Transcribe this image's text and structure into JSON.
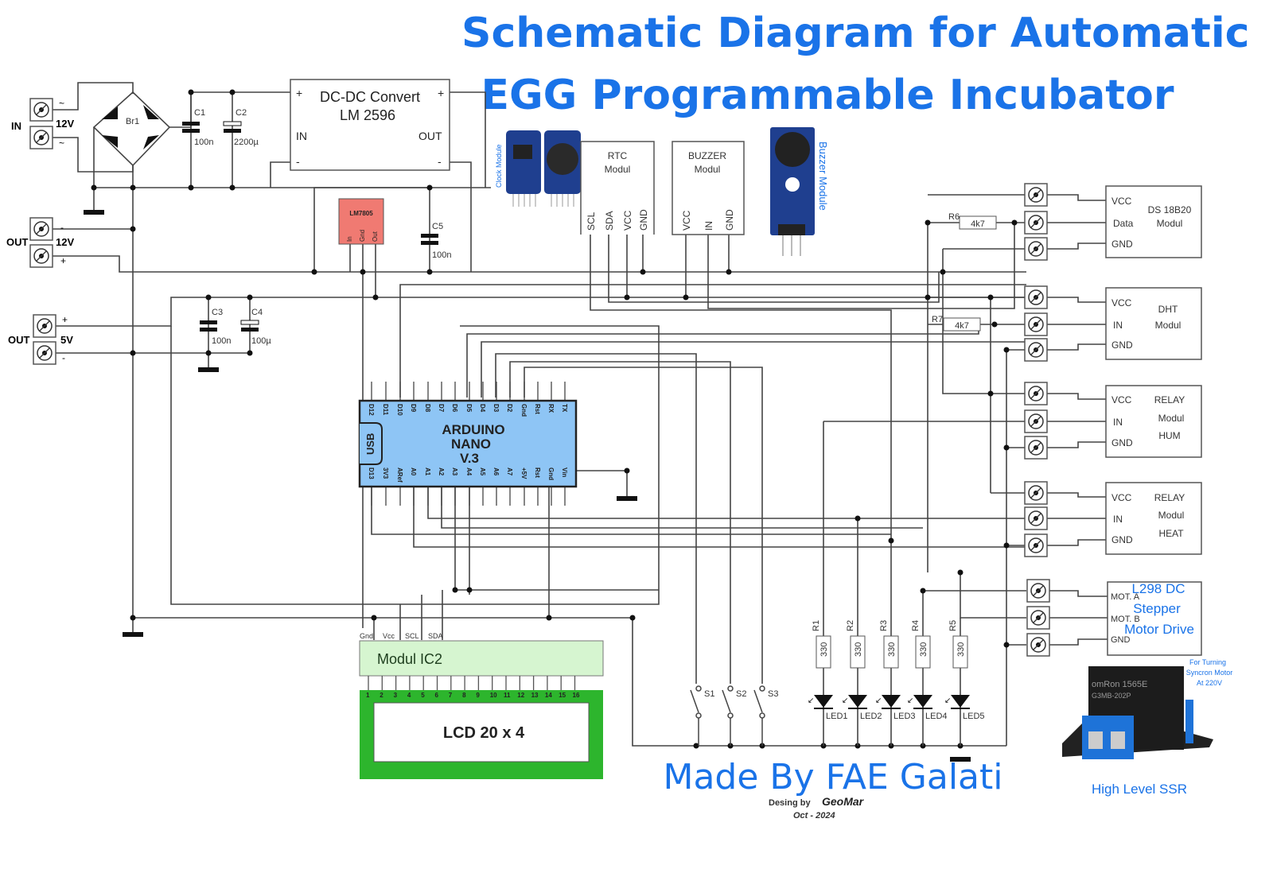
{
  "title": {
    "line1": "Schematic Diagram for Automatic",
    "line2": "EGG Programmable Incubator"
  },
  "colors": {
    "title_blue": "#1a73e8",
    "wire": "#444444",
    "lm7805_fill": "#f07a72",
    "arduino_fill": "#8ec5f5",
    "i2c_fill": "#d6f5d0",
    "lcd_green": "#2db52d",
    "module_board": "#1f3f8f"
  },
  "power": {
    "in_label": "IN",
    "in_voltage": "12V",
    "in_pin1": "~",
    "in_pin2": "~",
    "bridge": "Br1",
    "c1": {
      "name": "C1",
      "value": "100n"
    },
    "c2": {
      "name": "C2",
      "value": "2200µ"
    },
    "converter": {
      "line1": "DC-DC Convert",
      "line2": "LM 2596",
      "in": "IN",
      "out": "OUT",
      "plus": "+",
      "minus": "-"
    },
    "regulator": {
      "name": "LM7805",
      "pins": [
        "In",
        "Gnd",
        "Out"
      ]
    },
    "c5": {
      "name": "C5",
      "value": "100n"
    },
    "out12": {
      "label": "OUT",
      "voltage": "12V",
      "pin1": "-",
      "pin2": "+"
    },
    "c3": {
      "name": "C3",
      "value": "100n"
    },
    "c4": {
      "name": "C4",
      "value": "100µ"
    },
    "out5": {
      "label": "OUT",
      "voltage": "5V",
      "pin1": "+",
      "pin2": "-"
    }
  },
  "modules": {
    "clock_module_label": "Clock Module",
    "rtc": {
      "line1": "RTC",
      "line2": "Modul",
      "pins": [
        "SCL",
        "SDA",
        "VCC",
        "GND"
      ]
    },
    "buzzer": {
      "line1": "BUZZER",
      "line2": "Modul",
      "pins": [
        "VCC",
        "IN",
        "GND"
      ]
    },
    "buzzer_module_label": "Buzzer Module",
    "ds18b20": {
      "line1": "DS 18B20",
      "line2": "Modul",
      "pins": [
        "VCC",
        "Data",
        "GND"
      ]
    },
    "dht": {
      "line1": "DHT",
      "line2": "Modul",
      "pins": [
        "VCC",
        "IN",
        "GND"
      ]
    },
    "relay_hum": {
      "line1": "RELAY",
      "line2": "Modul",
      "line3": "HUM",
      "pins": [
        "VCC",
        "IN",
        "GND"
      ]
    },
    "relay_heat": {
      "line1": "RELAY",
      "line2": "Modul",
      "line3": "HEAT",
      "pins": [
        "VCC",
        "IN",
        "GND"
      ]
    },
    "motor": {
      "line1": "L298 DC",
      "line2": "Stepper",
      "line3": "Motor Drive",
      "pins": [
        "MOT. A",
        "MOT. B",
        "GND"
      ]
    },
    "r6": {
      "name": "R6",
      "value": "4k7"
    },
    "r7": {
      "name": "R7",
      "value": "4k7"
    }
  },
  "arduino": {
    "line1": "ARDUINO",
    "line2": "NANO",
    "line3": "V.3",
    "usb": "USB",
    "top_pins": [
      "D12",
      "D11",
      "D10",
      "D9",
      "D8",
      "D7",
      "D6",
      "D5",
      "D4",
      "D3",
      "D2",
      "Gnd",
      "Rst",
      "RX",
      "TX"
    ],
    "bottom_pins": [
      "D13",
      "3V3",
      "ARef",
      "A0",
      "A1",
      "A2",
      "A3",
      "A4",
      "A5",
      "A6",
      "A7",
      "+5V",
      "Rst",
      "Gnd",
      "Vin"
    ]
  },
  "display": {
    "i2c_pins": [
      "Gnd",
      "Vcc",
      "SCL",
      "SDA"
    ],
    "i2c_label": "Modul IC2",
    "lcd_pins": [
      "1",
      "2",
      "3",
      "4",
      "5",
      "6",
      "7",
      "8",
      "9",
      "10",
      "11",
      "12",
      "13",
      "14",
      "15",
      "16"
    ],
    "lcd_label": "LCD  20 x 4"
  },
  "switches": [
    "S1",
    "S2",
    "S3"
  ],
  "leds": [
    {
      "resistor": "R1",
      "value": "330",
      "led": "LED1"
    },
    {
      "resistor": "R2",
      "value": "330",
      "led": "LED2"
    },
    {
      "resistor": "R3",
      "value": "330",
      "led": "LED3"
    },
    {
      "resistor": "R4",
      "value": "330",
      "led": "LED4"
    },
    {
      "resistor": "R5",
      "value": "330",
      "led": "LED5"
    }
  ],
  "ssr": {
    "note_line1": "For Turning",
    "note_line2": "Syncron Motor",
    "note_line3": "At 220V",
    "brand": "omRon 1565E",
    "model": "G3MB-202P",
    "label": "High Level SSR"
  },
  "credits": {
    "made_by": "Made By FAE Galati",
    "design_by": "Desing by",
    "designer": "GeoMar",
    "date": "Oct - 2024"
  }
}
